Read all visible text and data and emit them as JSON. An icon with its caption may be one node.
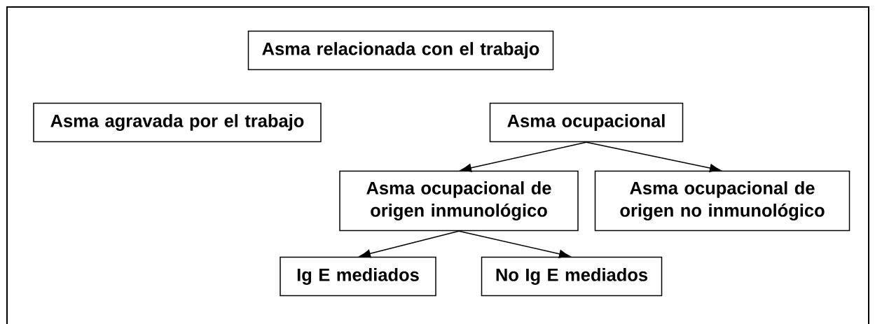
{
  "diagram": {
    "nodes": [
      {
        "text": [
          "Asma relacionada con el trabajo"
        ]
      },
      {
        "text": [
          "Asma agravada por el trabajo"
        ]
      },
      {
        "text": [
          "Asma ocupacional"
        ]
      },
      {
        "text": [
          "Asma ocupacional de origen inmunológico"
        ]
      },
      {
        "text": [
          "Asma ocupacional de origen no inmunológico"
        ]
      },
      {
        "text": [
          "Ig E mediados"
        ]
      },
      {
        "text": [
          "No Ig E mediados"
        ]
      }
    ],
    "edges": [
      {
        "from": 2,
        "to": 3,
        "arrow": "to"
      },
      {
        "from": 2,
        "to": 4,
        "arrow": "to"
      },
      {
        "from": 3,
        "to": 5,
        "arrow": "to"
      },
      {
        "from": 3,
        "to": 6,
        "arrow": "to"
      }
    ]
  }
}
